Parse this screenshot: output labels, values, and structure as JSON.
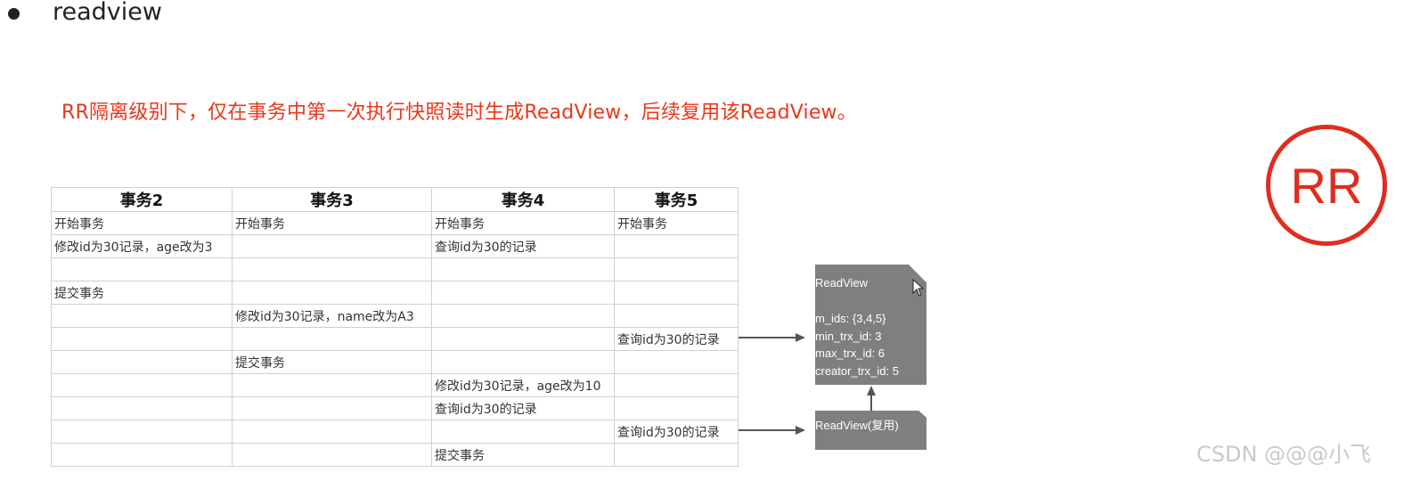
{
  "heading": "readview",
  "note": "RR隔离级别下，仅在事务中第一次执行快照读时生成ReadView，后续复用该ReadView。",
  "badge": "RR",
  "table": {
    "headers": [
      "事务2",
      "事务3",
      "事务4",
      "事务5"
    ],
    "rows": [
      [
        "开始事务",
        "开始事务",
        "开始事务",
        "开始事务"
      ],
      [
        "修改id为30记录，age改为3",
        "",
        "查询id为30的记录",
        ""
      ],
      [
        "",
        "",
        "",
        ""
      ],
      [
        "提交事务",
        "",
        "",
        ""
      ],
      [
        "",
        "修改id为30记录，name改为A3",
        "",
        ""
      ],
      [
        "",
        "",
        "",
        "查询id为30的记录"
      ],
      [
        "",
        "提交事务",
        "",
        ""
      ],
      [
        "",
        "",
        "修改id为30记录，age改为10",
        ""
      ],
      [
        "",
        "",
        "查询id为30的记录",
        ""
      ],
      [
        "",
        "",
        "",
        "查询id为30的记录"
      ],
      [
        "",
        "",
        "提交事务",
        ""
      ]
    ]
  },
  "readview": {
    "title": "ReadView",
    "lines": [
      "m_ids: {3,4,5}",
      "min_trx_id: 3",
      "max_trx_id: 6",
      "creator_trx_id: 5"
    ],
    "reuse_label": "ReadView(复用)"
  },
  "watermark": "CSDN @@@小飞",
  "colors": {
    "note": "#e8371c",
    "badge": "#e02d1e",
    "box": "#7f7f7f"
  }
}
